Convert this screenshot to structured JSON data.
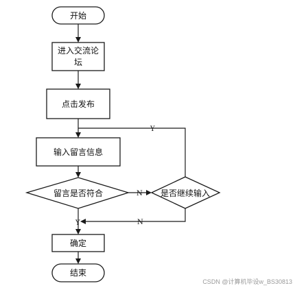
{
  "nodes": {
    "start": "开始",
    "enter_line1": "进入交流论",
    "enter_line2": "坛",
    "click_publish": "点击发布",
    "input_message": "输入留言信息",
    "decision_valid": "留言是否符合",
    "decision_continue": "是否继续输入",
    "confirm": "确定",
    "end": "结束"
  },
  "edge_labels": {
    "yes_top": "Y",
    "no_right": "N",
    "no_return": "N",
    "yes_down": "Y"
  },
  "watermark": "CSDN @计算机毕设w_BS30813"
}
